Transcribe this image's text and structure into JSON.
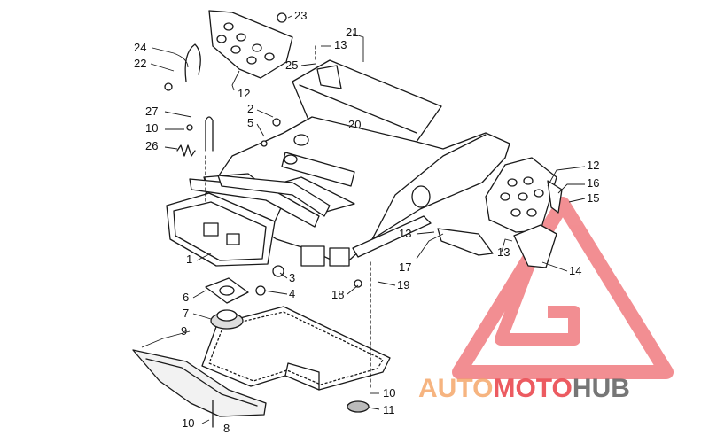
{
  "diagram": {
    "labels": [
      {
        "id": "p23",
        "text": "23"
      },
      {
        "id": "p21",
        "text": "21"
      },
      {
        "id": "p13a",
        "text": "13"
      },
      {
        "id": "p24",
        "text": "24"
      },
      {
        "id": "p22",
        "text": "22"
      },
      {
        "id": "p25",
        "text": "25"
      },
      {
        "id": "p12a",
        "text": "12"
      },
      {
        "id": "p27",
        "text": "27"
      },
      {
        "id": "p2",
        "text": "2"
      },
      {
        "id": "p10a",
        "text": "10"
      },
      {
        "id": "p5",
        "text": "5"
      },
      {
        "id": "p20",
        "text": "20"
      },
      {
        "id": "p26",
        "text": "26"
      },
      {
        "id": "p12b",
        "text": "12"
      },
      {
        "id": "p16",
        "text": "16"
      },
      {
        "id": "p15",
        "text": "15"
      },
      {
        "id": "p13b",
        "text": "13"
      },
      {
        "id": "p17",
        "text": "17"
      },
      {
        "id": "p13c",
        "text": "13"
      },
      {
        "id": "p14",
        "text": "14"
      },
      {
        "id": "p1",
        "text": "1"
      },
      {
        "id": "p3",
        "text": "3"
      },
      {
        "id": "p6",
        "text": "6"
      },
      {
        "id": "p4",
        "text": "4"
      },
      {
        "id": "p18",
        "text": "18"
      },
      {
        "id": "p19",
        "text": "19"
      },
      {
        "id": "p7",
        "text": "7"
      },
      {
        "id": "p9",
        "text": "9"
      },
      {
        "id": "p10b",
        "text": "10"
      },
      {
        "id": "p11",
        "text": "11"
      },
      {
        "id": "p10c",
        "text": "10"
      },
      {
        "id": "p8",
        "text": "8"
      }
    ]
  },
  "watermark": {
    "auto": "AUTO",
    "moto": "MOTO",
    "hub": "HUB",
    "colors": {
      "triangle": "#e8333a",
      "auto": "#f4a261",
      "moto": "#e8333a",
      "hub": "#555555"
    }
  }
}
